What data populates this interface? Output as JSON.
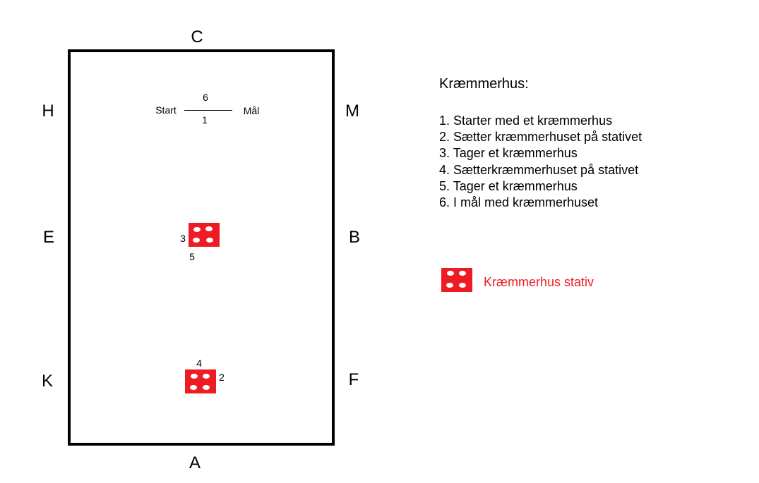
{
  "arena_letters": {
    "C": "C",
    "H": "H",
    "M": "M",
    "E": "E",
    "B": "B",
    "K": "K",
    "F": "F",
    "A": "A"
  },
  "start_line": {
    "start_label": "Start",
    "finish_label": "Mål",
    "above": "6",
    "below": "1"
  },
  "stand_upper": {
    "left_label": "3",
    "below_label": "5"
  },
  "stand_lower": {
    "above_label": "4",
    "right_label": "2"
  },
  "instructions": {
    "title": "Kræmmerhus:",
    "steps": [
      "1. Starter med et kræmmerhus",
      "2. Sætter kræmmerhuset på stativet",
      "3. Tager et kræmmerhus",
      "4. Sætterkræmmerhuset på stativet",
      "5. Tager et kræmmerhus",
      "6. I mål med kræmmerhuset"
    ]
  },
  "legend": {
    "label": "Kræmmerhus stativ",
    "color": "#ED1C24"
  }
}
